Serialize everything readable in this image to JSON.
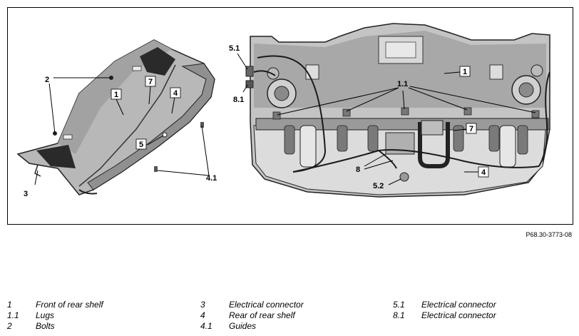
{
  "figure_code": "P68.30-3773-08",
  "callouts": {
    "c2": "2",
    "c7_left": "7",
    "c1_left": "1",
    "c4_left": "4",
    "c5": "5",
    "c3": "3",
    "c41": "4.1",
    "c51": "5.1",
    "c81": "8.1",
    "c1_right": "1",
    "c11": "1.1",
    "c7_right": "7",
    "c8": "8",
    "c4_right": "4",
    "c52": "5.2"
  },
  "legend": [
    {
      "num": "1",
      "text": "Front of rear shelf"
    },
    {
      "num": "1.1",
      "text": "Lugs"
    },
    {
      "num": "2",
      "text": "Bolts"
    },
    {
      "num": "3",
      "text": "Electrical connector"
    },
    {
      "num": "4",
      "text": "Rear of rear shelf"
    },
    {
      "num": "4.1",
      "text": "Guides"
    },
    {
      "num": "5.1",
      "text": "Electrical connector"
    },
    {
      "num": "8.1",
      "text": "Electrical connector"
    }
  ]
}
